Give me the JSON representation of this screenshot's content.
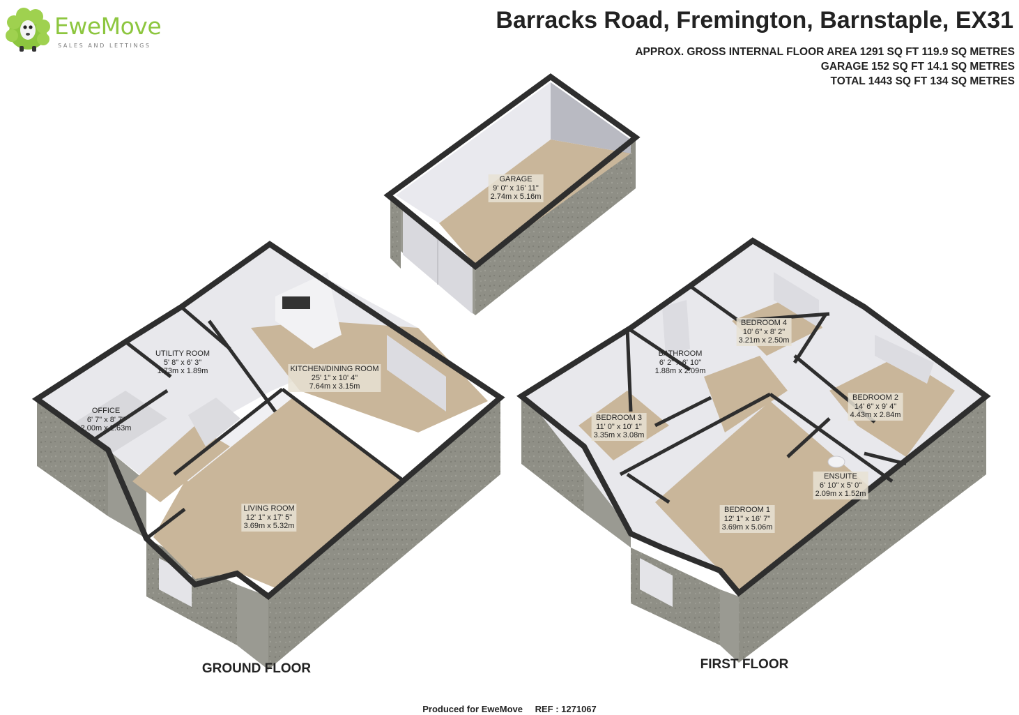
{
  "logo": {
    "name": "EweMove",
    "tagline": "SALES AND LETTINGS"
  },
  "title": "Barracks Road, Fremington, Barnstaple, EX31",
  "areas": [
    "APPROX. GROSS INTERNAL FLOOR AREA 1291 SQ FT 119.9 SQ METRES",
    "GARAGE 152 SQ FT 14.1 SQ METRES",
    "TOTAL 1443 SQ FT 134 SQ METRES"
  ],
  "rooms": {
    "garage": {
      "name": "GARAGE",
      "imperial": "9' 0\" x 16' 11\"",
      "metric": "2.74m x 5.16m"
    },
    "utility": {
      "name": "UTILITY ROOM",
      "imperial": "5' 8\" x 6' 3\"",
      "metric": "1.73m x 1.89m"
    },
    "office": {
      "name": "OFFICE",
      "imperial": "6' 7\" x 8' 7\"",
      "metric": "2.00m x 2.63m"
    },
    "kitchen": {
      "name": "KITCHEN/DINING ROOM",
      "imperial": "25' 1\" x 10' 4\"",
      "metric": "7.64m x 3.15m"
    },
    "living": {
      "name": "LIVING ROOM",
      "imperial": "12' 1\" x 17' 5\"",
      "metric": "3.69m x 5.32m"
    },
    "bedroom4": {
      "name": "BEDROOM 4",
      "imperial": "10' 6\" x 8' 2\"",
      "metric": "3.21m x 2.50m"
    },
    "bathroom": {
      "name": "BATHROOM",
      "imperial": "6' 2\" x 6' 10\"",
      "metric": "1.88m x 2.09m"
    },
    "bedroom2": {
      "name": "BEDROOM 2",
      "imperial": "14' 6\" x 9' 4\"",
      "metric": "4.43m x 2.84m"
    },
    "bedroom3": {
      "name": "BEDROOM 3",
      "imperial": "11' 0\" x 10' 1\"",
      "metric": "3.35m x 3.08m"
    },
    "ensuite": {
      "name": "ENSUITE",
      "imperial": "6' 10\" x 5' 0\"",
      "metric": "2.09m x 1.52m"
    },
    "bedroom1": {
      "name": "BEDROOM 1",
      "imperial": "12' 1\" x 16' 7\"",
      "metric": "3.69m x 5.06m"
    }
  },
  "floors": {
    "ground": "GROUND FLOOR",
    "first": "FIRST FLOOR"
  },
  "footer": {
    "produced": "Produced for EweMove",
    "ref": "REF : 1271067"
  },
  "colors": {
    "brand": "#8dc63f",
    "floor": "#c9b69a",
    "wall_top": "#2e2e2e",
    "brick": "#8f8f86",
    "inner_wall": "#e6e6ea"
  }
}
